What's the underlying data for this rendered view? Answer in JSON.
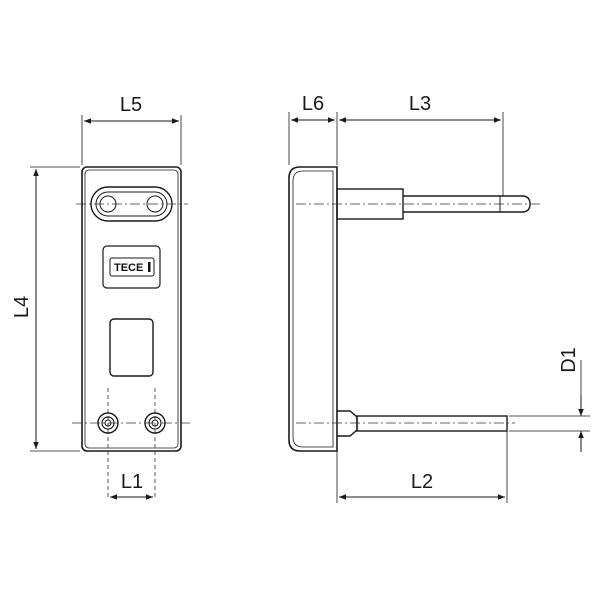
{
  "dimensions": {
    "l1": "L1",
    "l2": "L2",
    "l3": "L3",
    "l4": "L4",
    "l5": "L5",
    "l6": "L6",
    "d1": "D1"
  },
  "logo": {
    "text": "TECE"
  }
}
